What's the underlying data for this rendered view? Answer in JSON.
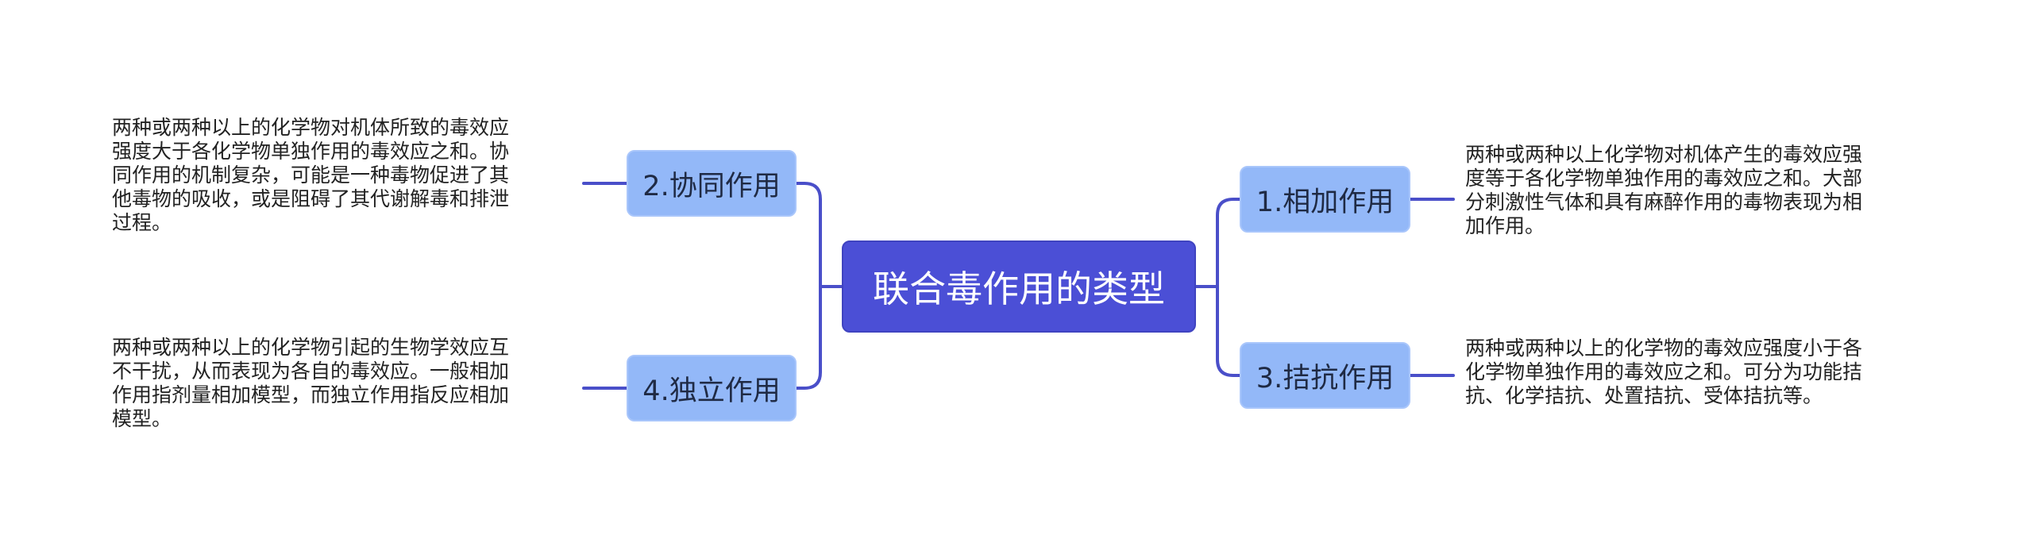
{
  "root": {
    "label": "联合毒作用的类型"
  },
  "branches": {
    "b1": {
      "label": "1.相加作用",
      "lines": [
        "两种或两种以上化学物对机体产生的毒效应强",
        "度等于各化学物单独作用的毒效应之和。大部",
        "分刺激性气体和具有麻醉作用的毒物表现为相",
        "加作用。"
      ]
    },
    "b2": {
      "label": "2.协同作用",
      "lines": [
        "两种或两种以上的化学物对机体所致的毒效应",
        "强度大于各化学物单独作用的毒效应之和。协",
        "同作用的机制复杂，可能是一种毒物促进了其",
        "他毒物的吸收，或是阻碍了其代谢解毒和排泄",
        "过程。"
      ]
    },
    "b3": {
      "label": "3.拮抗作用",
      "lines": [
        "两种或两种以上的化学物的毒效应强度小于各",
        "化学物单独作用的毒效应之和。可分为功能拮",
        "抗、化学拮抗、处置拮抗、受体拮抗等。"
      ]
    },
    "b4": {
      "label": "4.独立作用",
      "lines": [
        "两种或两种以上的化学物引起的生物学效应互",
        "不干扰，从而表现为各自的毒效应。一般相加",
        "作用指剂量相加模型，而独立作用指反应相加",
        "模型。"
      ]
    }
  },
  "colors": {
    "root_fill": "#4b4fd6",
    "branch_fill": "#93b8f8",
    "connector": "#4a4fc9",
    "text": "#222222"
  }
}
